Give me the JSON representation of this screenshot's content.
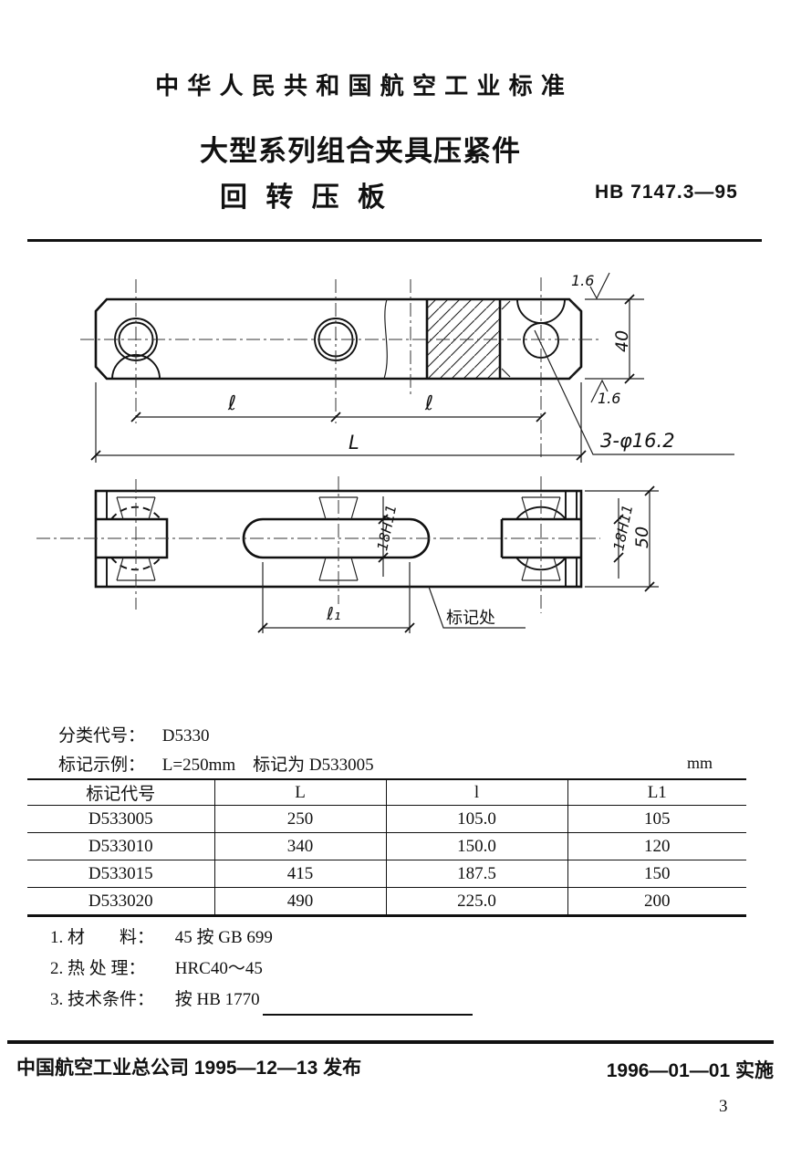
{
  "page": {
    "header": {
      "standard_name": "中 华 人 民 共 和 国 航 空 工 业 标 准",
      "title_line1": "大型系列组合夹具压紧件",
      "title_line2": "回  转  压  板",
      "standard_code": "HB 7147.3—95"
    },
    "classification": {
      "label": "分类代号：",
      "value": "D5330"
    },
    "marking": {
      "label": "标记示例：",
      "value": "L=250mm　标记为 D533005"
    },
    "unit": "mm",
    "table": {
      "headers": [
        "标记代号",
        "L",
        "l",
        "L1"
      ],
      "rows": [
        [
          "D533005",
          "250",
          "105.0",
          "105"
        ],
        [
          "D533010",
          "340",
          "150.0",
          "120"
        ],
        [
          "D533015",
          "415",
          "187.5",
          "150"
        ],
        [
          "D533020",
          "490",
          "225.0",
          "200"
        ]
      ]
    },
    "notes": [
      {
        "label": "1. 材　　料：",
        "value": "45 按 GB 699"
      },
      {
        "label": "2. 热 处 理：",
        "value": "HRC40～45"
      },
      {
        "label": "3. 技术条件：",
        "value": "按 HB 1770"
      }
    ],
    "footer": {
      "issued": "中国航空工业总公司 1995—12—13 发布",
      "implemented": "1996—01—01 实施"
    },
    "page_number": "3"
  },
  "drawing": {
    "dim_length_total": "L",
    "dim_hole_spacing": "ℓ",
    "dim_slot_length": "ℓ₁",
    "dim_width": "40",
    "dim_height": "50",
    "slot_tolerance": "18H11",
    "holes_note": "3-φ16.2",
    "surface_roughness": "1.6",
    "marking_place": "标记处"
  }
}
